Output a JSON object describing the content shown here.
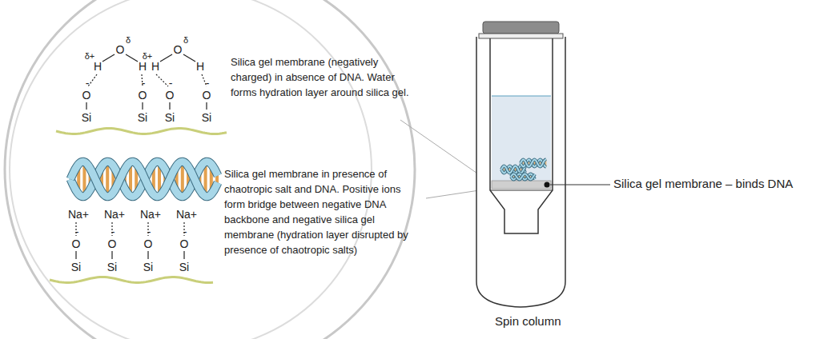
{
  "diagram": {
    "labels": [
      "Silica gel membrane (negatively charged) in absence of DNA. Water forms hydration layer around silica gel.",
      "Silica gel membrane in presence of chaotropic salt and DNA. Positive ions form bridge between negative DNA backbone and negative silica gel membrane (hydration layer disrupted by presence of chaotropic salts)",
      "Silica gel membrane – binds DNA",
      "Spin column",
      "δ+",
      "H",
      "O",
      "δ",
      "H",
      "δ+",
      "H",
      "O",
      "δ",
      "H",
      "-",
      "O",
      "Si",
      "-",
      "O",
      "Si",
      "-",
      "O",
      "Si",
      "-",
      "O",
      "Si",
      "Na+",
      "-",
      "O",
      "Si",
      "Na+",
      "-",
      "O",
      "Si",
      "Na+",
      "-",
      "O",
      "Si",
      "Na+",
      "-",
      "O",
      "Si"
    ]
  }
}
